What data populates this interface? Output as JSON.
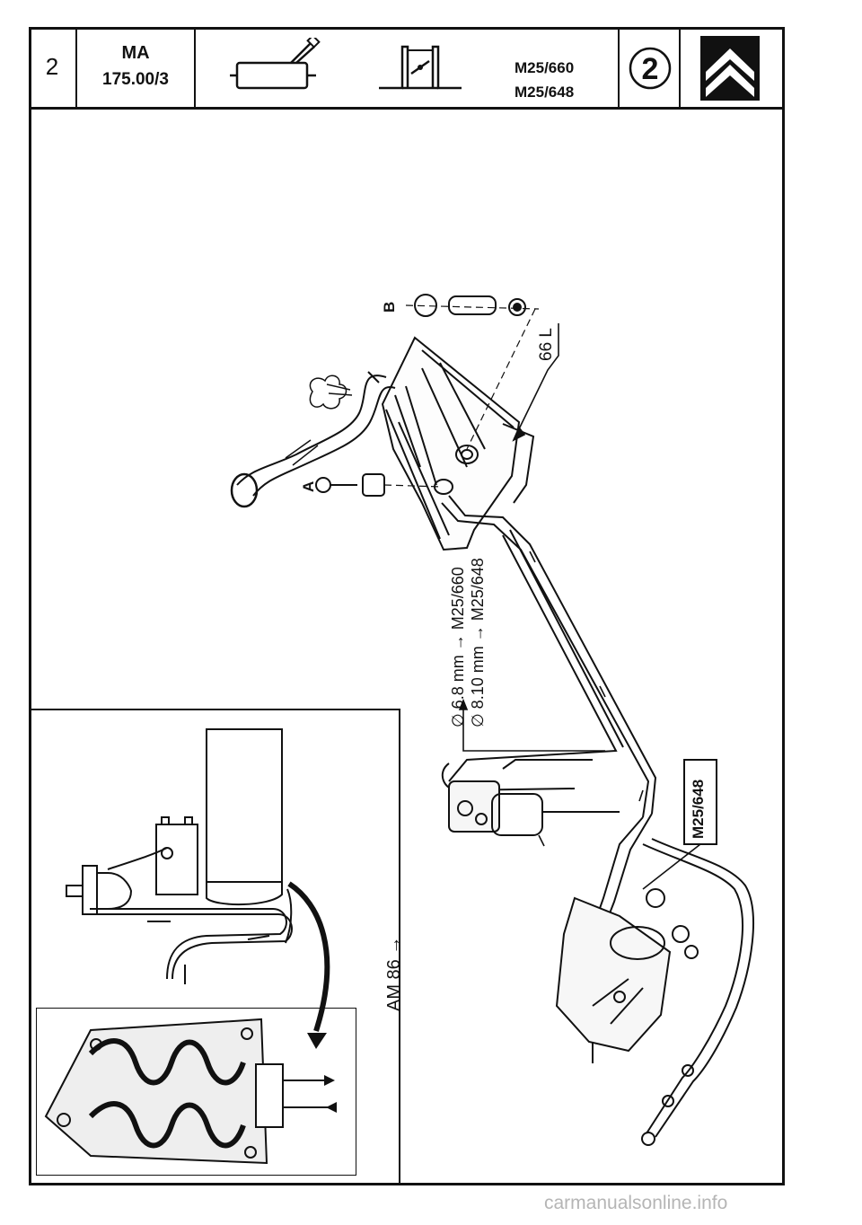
{
  "header": {
    "page_number": "2",
    "section_line1": "MA",
    "section_line2": "175.00/3",
    "model_1": "M25/660",
    "model_2": "M25/648",
    "badge_number": "2",
    "brand_logo_icon": "double-chevron-icon"
  },
  "diagram": {
    "label_b": "B",
    "label_a": "A",
    "tank_capacity": "66 L",
    "pipe_spec_1": "∅ 6.8 mm  →  M25/660",
    "pipe_spec_2": "∅ 8.10 mm  →  M25/648",
    "model_tag": "M25/648",
    "inset_label": "AM 86 →"
  },
  "icons": {
    "fuel_tank": "fuel-tank-icon",
    "fuel_gauge": "fuel-gauge-icon",
    "vapour": "vapour-cloud-icon"
  },
  "watermark": "carmanualsonline.info"
}
